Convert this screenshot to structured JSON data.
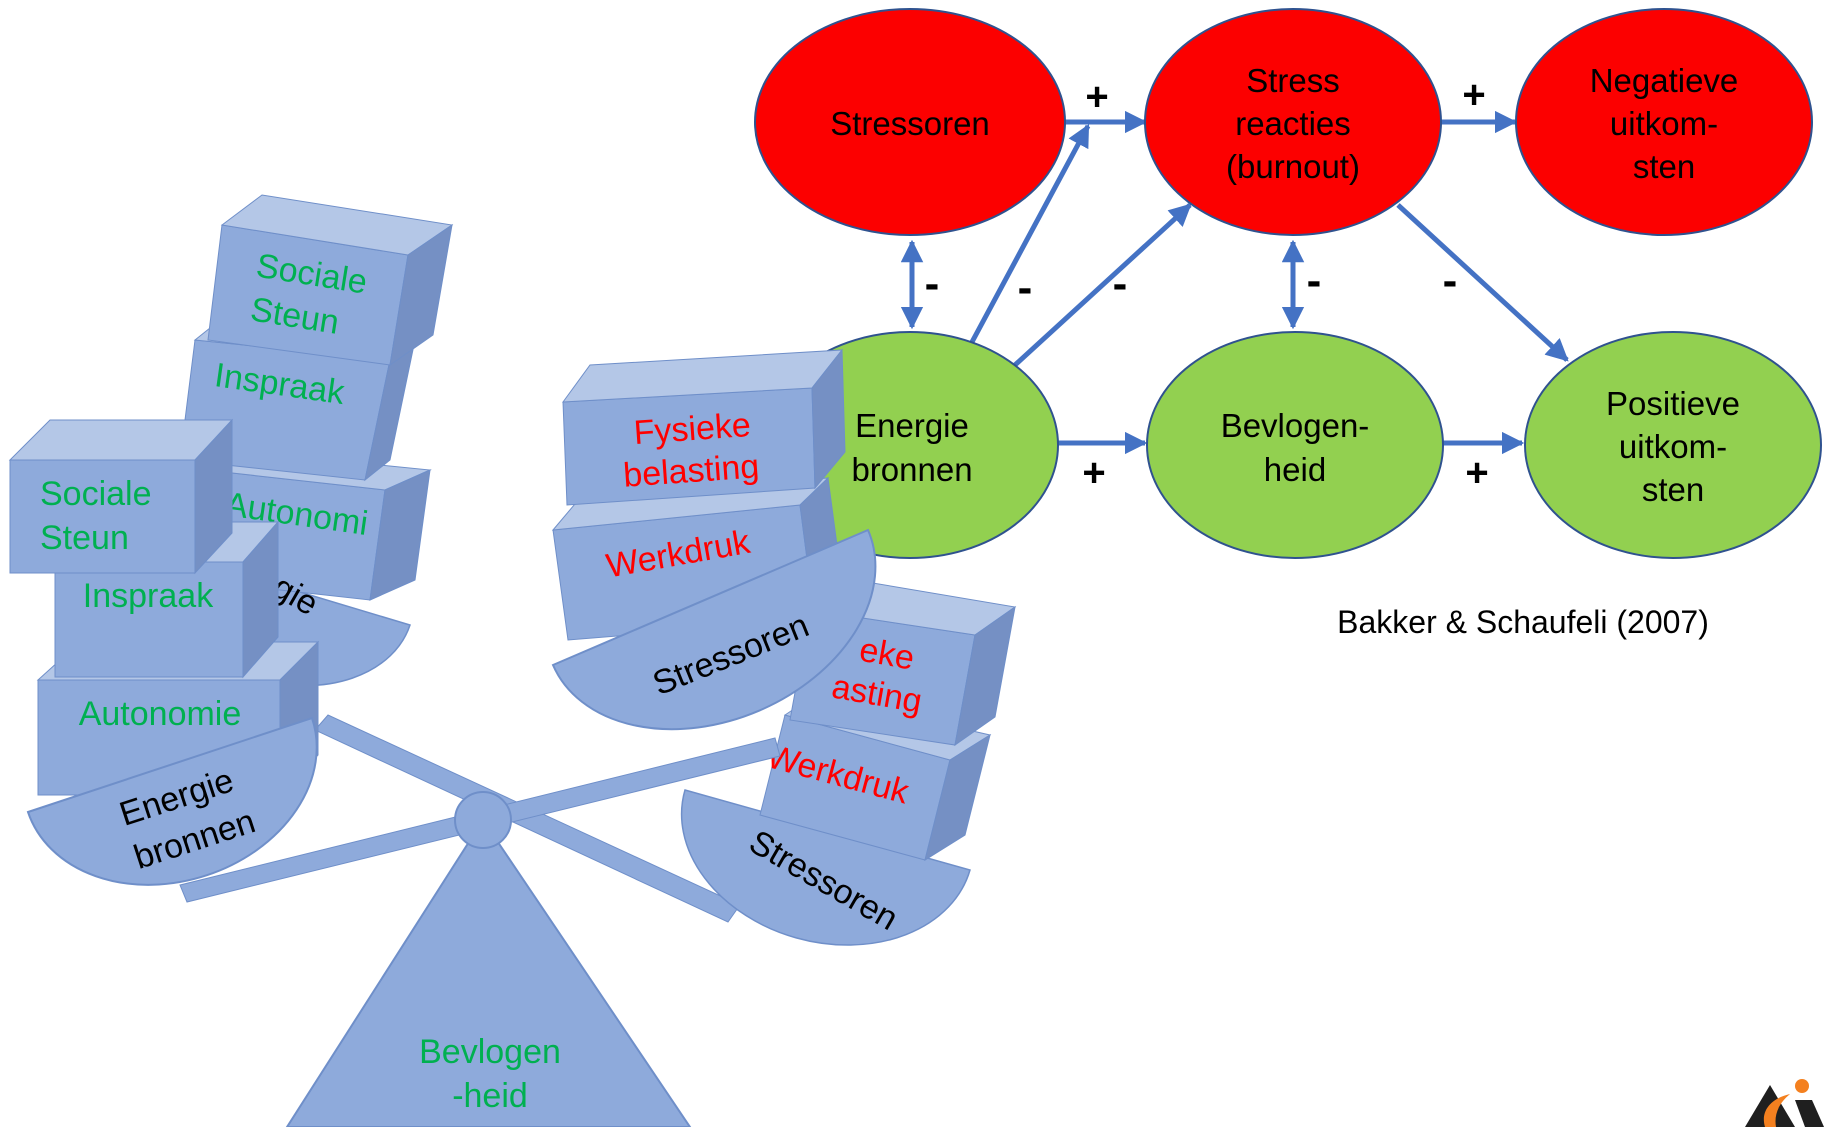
{
  "colors": {
    "red_node": "#fc0000",
    "green_node": "#92d050",
    "arrow": "#4472c4",
    "block_front": "#8eaadb",
    "block_top": "#b4c7e7",
    "block_side": "#7590c4",
    "green_text": "#00b050",
    "red_text": "#ff0000"
  },
  "model": {
    "nodes": {
      "stressoren": "Stressoren",
      "stress_l1": "Stress",
      "stress_l2": "reacties",
      "stress_l3": "(burnout)",
      "neg_l1": "Negatieve",
      "neg_l2": "uitkom-",
      "neg_l3": "sten",
      "energie_l1": "Energie",
      "energie_l2": "bronnen",
      "bevlogen_l1": "Bevlogen-",
      "bevlogen_l2": "heid",
      "pos_l1": "Positieve",
      "pos_l2": "uitkom-",
      "pos_l3": "sten"
    },
    "signs": {
      "s1": "+",
      "s2": "+",
      "s3": "-",
      "s4": "-",
      "s5": "-",
      "s6": "-",
      "s7": "-",
      "s8": "+",
      "s9": "+"
    },
    "citation": "Bakker & Schaufeli (2007)"
  },
  "scale_back": {
    "blocks": {
      "sociale_l1": "Sociale",
      "sociale_l2": "Steun",
      "inspraak": "Inspraak",
      "autonomie": "Autonomi",
      "energie": "gie",
      "fysieke_l1": "eke",
      "fysieke_l2": "asting",
      "werkdruk": "Werkdruk",
      "stressoren": "Stressoren"
    }
  },
  "scale_front": {
    "blocks": {
      "sociale_l1": "Sociale",
      "sociale_l2": "Steun",
      "inspraak": "Inspraak",
      "autonomie": "Autonomie",
      "energie_l1": "Energie",
      "energie_l2": "bronnen",
      "fysieke_l1": "Fysieke",
      "fysieke_l2": "belasting",
      "werkdruk": "Werkdruk",
      "stressoren": "Stressoren"
    },
    "base_l1": "Bevlogen",
    "base_l2": "-heid"
  }
}
